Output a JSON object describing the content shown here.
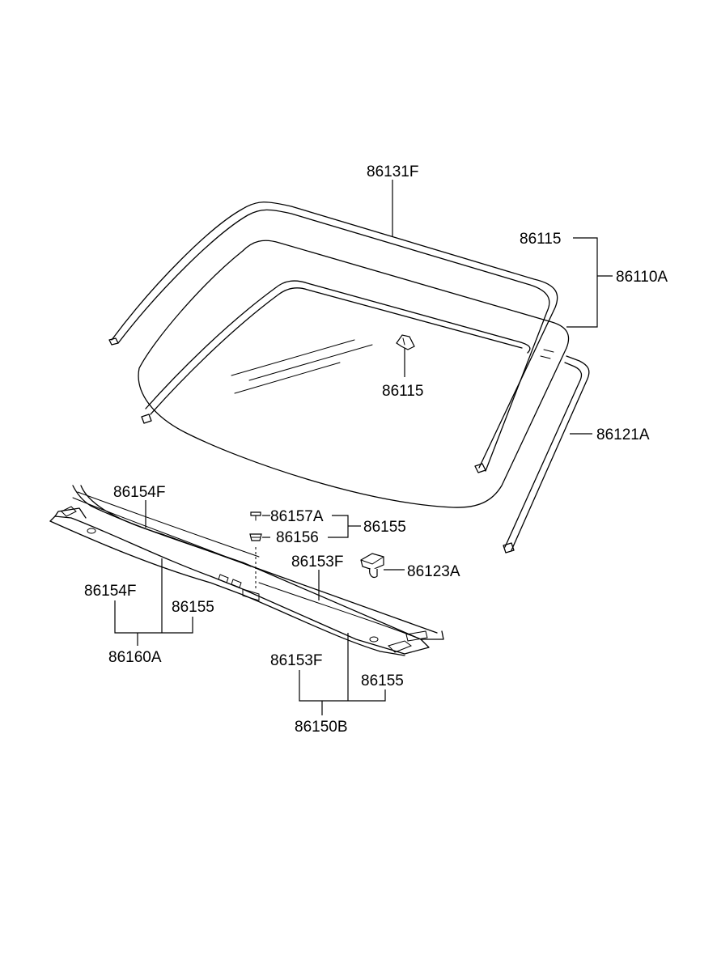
{
  "labels": {
    "windshield_molding": "86131F",
    "glass_top": "86115",
    "glass_assembly": "86110A",
    "clip_center": "86115",
    "side_molding": "86121A",
    "cowl_left": "86154F",
    "screw": "86157A",
    "grommet": "86156",
    "fastener_set": "86155",
    "cowl_right": "86153F",
    "retainer_clip": "86123A",
    "left_group_a": "86154F",
    "left_group_b": "86155",
    "left_assembly": "86160A",
    "right_group_a": "86153F",
    "right_group_b": "86155",
    "right_assembly": "86150B"
  }
}
